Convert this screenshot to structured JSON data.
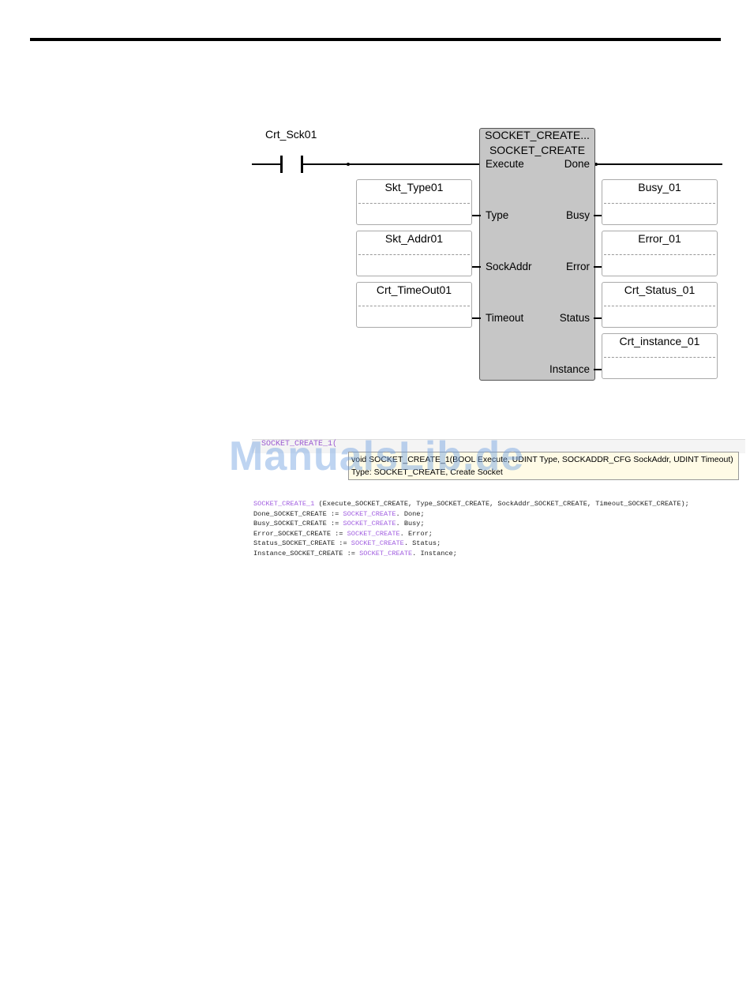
{
  "ladder": {
    "contact_tag": "Crt_Sck01",
    "block": {
      "instance": "SOCKET_CREATE...",
      "type": "SOCKET_CREATE",
      "inputs": [
        "Execute",
        "Type",
        "SockAddr",
        "Timeout"
      ],
      "outputs": [
        "Done",
        "Busy",
        "Error",
        "Status",
        "Instance"
      ]
    },
    "input_tags": [
      "Skt_Type01",
      "Skt_Addr01",
      "Crt_TimeOut01"
    ],
    "output_tags": [
      "Busy_01",
      "Error_01",
      "Crt_Status_01",
      "Crt_instance_01"
    ]
  },
  "editor": {
    "line_text": "SOCKET_CREATE_1(",
    "tooltip_signature": "void SOCKET_CREATE_1(BOOL Execute, UDINT Type, SOCKADDR_CFG SockAddr, UDINT Timeout)",
    "tooltip_type": "Type: SOCKET_CREATE, Create Socket"
  },
  "watermark": "ManualsLib.de",
  "code_lines": [
    {
      "pre": "",
      "fn": "SOCKET_CREATE_1",
      "post": " (Execute_SOCKET_CREATE, Type_SOCKET_CREATE, SockAddr_SOCKET_CREATE, Timeout_SOCKET_CREATE);"
    },
    {
      "pre": "Done_SOCKET_CREATE := ",
      "fn": "SOCKET_CREATE",
      "post": ". Done;"
    },
    {
      "pre": "Busy_SOCKET_CREATE := ",
      "fn": "SOCKET_CREATE",
      "post": ". Busy;"
    },
    {
      "pre": "Error_SOCKET_CREATE := ",
      "fn": "SOCKET_CREATE",
      "post": ". Error;"
    },
    {
      "pre": "Status_SOCKET_CREATE := ",
      "fn": "SOCKET_CREATE",
      "post": ". Status;"
    },
    {
      "pre": "Instance_SOCKET_CREATE := ",
      "fn": "SOCKET_CREATE",
      "post": ". Instance;"
    }
  ]
}
